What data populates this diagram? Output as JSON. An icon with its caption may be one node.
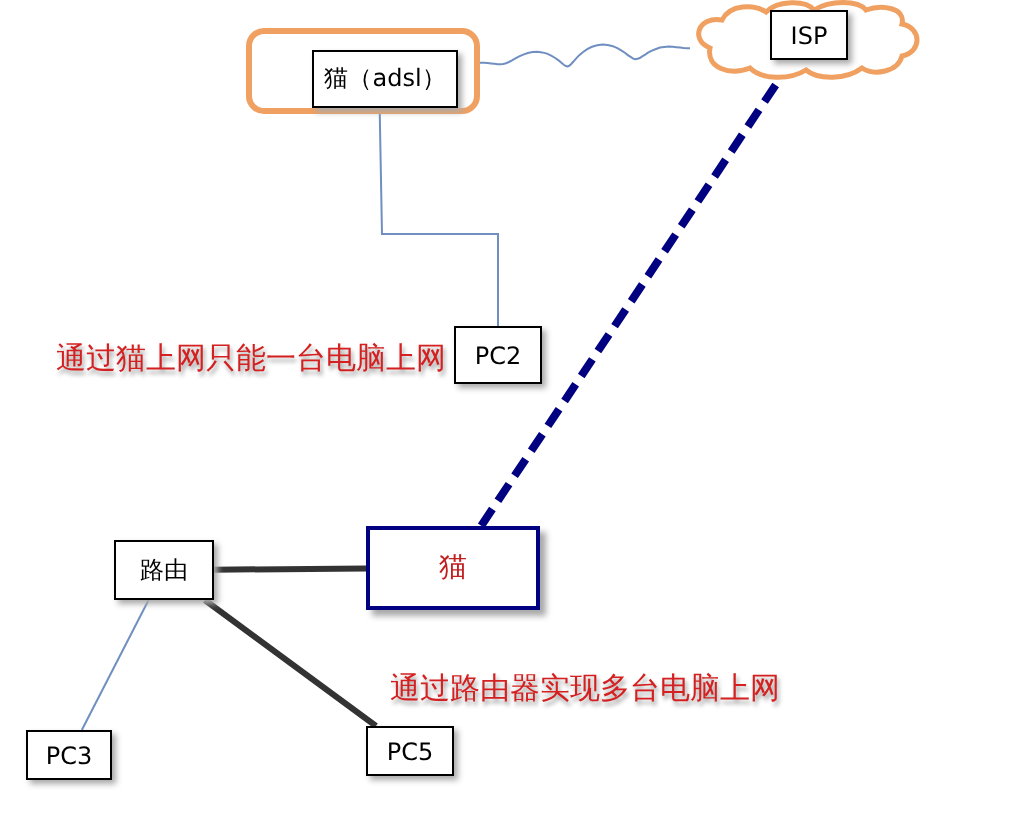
{
  "diagram": {
    "nodes": [
      {
        "text": [],
        "shape": "box"
      },
      {
        "text": [
          "猫（adsl）"
        ],
        "in": 0
      },
      {
        "text": [],
        "shape": "cloud"
      },
      {
        "text": [
          "ISP"
        ],
        "in": 2
      },
      {
        "text": [
          "PC2"
        ]
      },
      {
        "text": [
          "路由"
        ]
      },
      {
        "text": [
          "猫"
        ]
      },
      {
        "text": [
          "PC3"
        ]
      },
      {
        "text": [
          "PC5"
        ]
      }
    ],
    "edges": [
      {
        "from": 0,
        "to": 2,
        "arrow": "none"
      },
      {
        "from": 1,
        "to": 4,
        "arrow": "none"
      },
      {
        "from": 3,
        "to": 6,
        "arrow": "none",
        "style": "dashed",
        "color": "#000080"
      },
      {
        "from": 5,
        "to": 6,
        "arrow": "none",
        "style": "thick",
        "color": "#333333"
      },
      {
        "from": 5,
        "to": 8,
        "arrow": "none",
        "style": "thick",
        "color": "#333333"
      },
      {
        "from": 5,
        "to": 7,
        "arrow": "none"
      }
    ],
    "labels": [
      "通过猫上网只能一台电脑上网",
      "通过路由器实现多台电脑上网"
    ]
  }
}
